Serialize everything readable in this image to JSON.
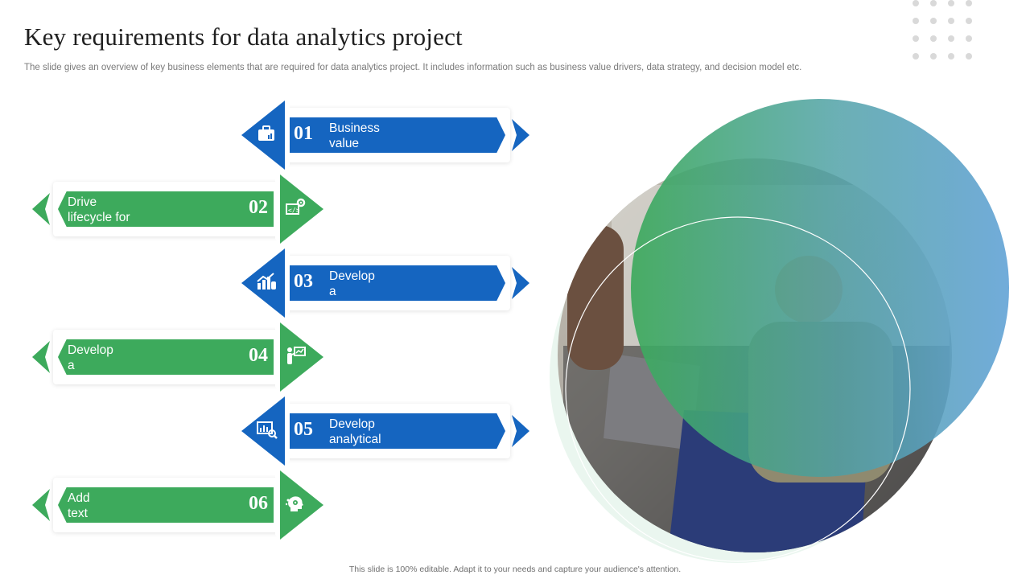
{
  "header": {
    "title": "Key requirements  for data analytics project",
    "subtitle": "The slide gives an overview of key business elements that are required for data analytics project. It includes information such as business value drivers, data strategy,  and decision model etc."
  },
  "colors": {
    "blue": "#1565c0",
    "green": "#3daa5c",
    "teal": "#2e9e8f",
    "light_blue": "#6aa7d8"
  },
  "items": [
    {
      "num": "01",
      "label": "Business\nvalue drivers",
      "side": "right",
      "color": "blue",
      "icon": "briefcase-chart-icon"
    },
    {
      "num": "02",
      "label": "Drive lifecycle for\nmodel development",
      "side": "left",
      "color": "green",
      "icon": "code-gear-icon"
    },
    {
      "num": "03",
      "label": "Develop a\ndata strategy",
      "side": "right",
      "color": "blue",
      "icon": "bar-chart-hand-icon"
    },
    {
      "num": "04",
      "label": "Develop a\ndecision model",
      "side": "left",
      "color": "green",
      "icon": "presenter-board-icon"
    },
    {
      "num": "05",
      "label": "Develop\nanalytical solution",
      "side": "right",
      "color": "blue",
      "icon": "chart-magnifier-icon"
    },
    {
      "num": "06",
      "label": "Add\ntext here",
      "side": "left",
      "color": "green",
      "icon": "head-gears-icon"
    }
  ],
  "footer": {
    "text": "This slide is 100% editable.  Adapt it to your needs and capture your audience's attention."
  }
}
